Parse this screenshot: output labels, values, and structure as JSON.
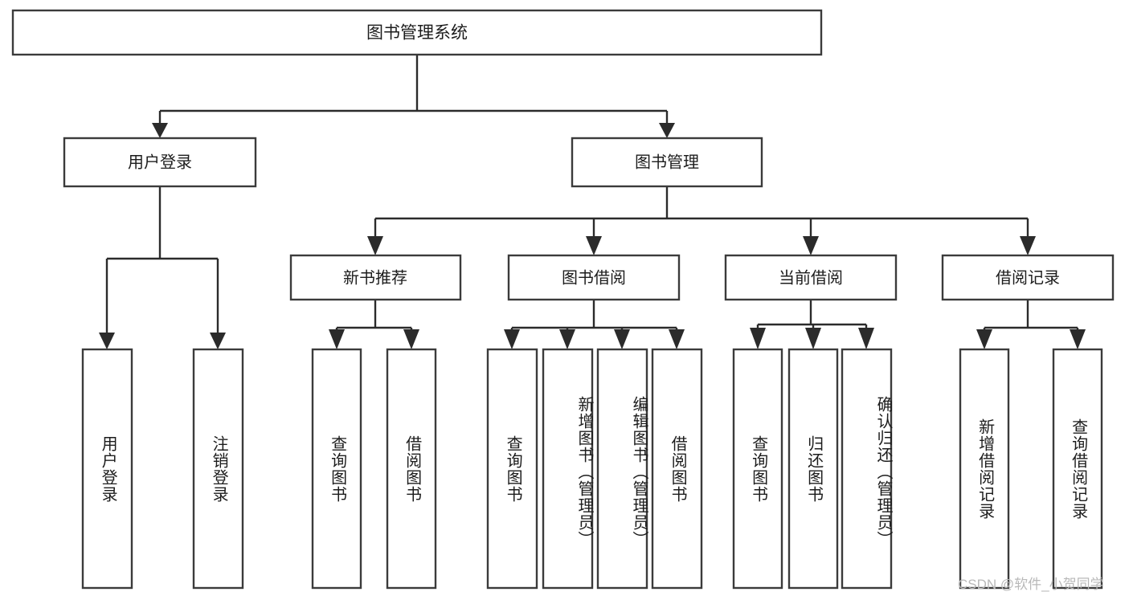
{
  "diagram": {
    "type": "tree",
    "title": "图书管理系统",
    "watermark": "CSDN @软件_小贺同学",
    "colors": {
      "box_stroke": "#3b3b3b",
      "connector": "#2b2b2b",
      "background": "#ffffff",
      "label_text": "#1c1c1c",
      "watermark_text": "#b9b9b9"
    },
    "root": {
      "label": "图书管理系统"
    },
    "level2": [
      {
        "label": "用户登录"
      },
      {
        "label": "图书管理"
      }
    ],
    "level3": [
      {
        "label": "新书推荐"
      },
      {
        "label": "图书借阅"
      },
      {
        "label": "当前借阅"
      },
      {
        "label": "借阅记录"
      }
    ],
    "leaves": {
      "user_login": [
        {
          "label": "用户登录"
        },
        {
          "label": "注销登录"
        }
      ],
      "new_book_recommend": [
        {
          "label": "查询图书"
        },
        {
          "label": "借阅图书"
        }
      ],
      "book_borrow": [
        {
          "label": "查询图书"
        },
        {
          "label": "新增图书（管理员）"
        },
        {
          "label": "编辑图书（管理员）"
        },
        {
          "label": "借阅图书"
        }
      ],
      "current_borrow": [
        {
          "label": "查询图书"
        },
        {
          "label": "归还图书"
        },
        {
          "label": "确认归还（管理员）"
        }
      ],
      "borrow_record": [
        {
          "label": "新增借阅记录"
        },
        {
          "label": "查询借阅记录"
        }
      ]
    }
  }
}
